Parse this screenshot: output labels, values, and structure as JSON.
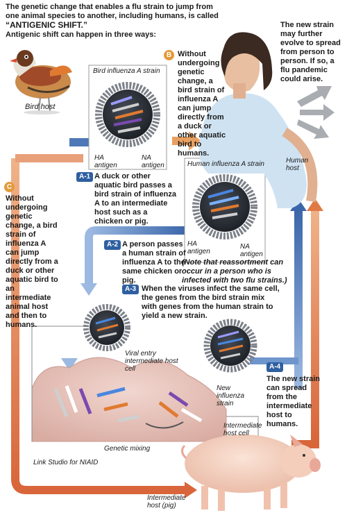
{
  "intro": {
    "line1": "The genetic change that enables a flu strain to jump from",
    "line2": "one animal species to another, including humans, is called ",
    "term": "“ANTIGENIC SHIFT.”",
    "line3": "Antigenic shift can happen in three ways:"
  },
  "labels": {
    "bird_host": "Bird host",
    "bird_strain": "Bird influenza A strain",
    "human_strain": "Human influenza A strain",
    "ha_antigen": "HA antigen",
    "na_antigen": "NA antigen",
    "human_host": "Human host",
    "viral_entry": "Viral entry intermediate host cell",
    "new_strain_label": "New influenza strain",
    "intermediate_cell": "Intermediate host cell",
    "genetic_mixing": "Genetic mixing",
    "credit": "Link Studio for NIAID",
    "pig": "Intermediate host (pig)"
  },
  "steps": {
    "B": {
      "badge": "B",
      "text": "Without undergoing genetic change, a bird strain of influenza A can jump directly from a duck or other aquatic bird to humans."
    },
    "C": {
      "badge": "C",
      "text": "Without undergoing genetic change, a bird strain of influenza A can jump directly from a duck or other aquatic bird to an intermediate animal host and then to humans."
    },
    "A1": {
      "badge": "A-1",
      "text": "A duck or other aquatic bird passes a bird strain of influenza A to an intermediate host such as a chicken or pig."
    },
    "A2": {
      "badge": "A-2",
      "text": "A person passes a human strain of influenza A to the same chicken or pig.",
      "note": "(Note that reassortment can occur in a person who is infected with two flu strains.)"
    },
    "A3": {
      "badge": "A-3",
      "text": "When the viruses infect the same cell, the genes from the bird strain mix with genes from the human strain to yield a new strain."
    },
    "A4": {
      "badge": "A-4",
      "text": "The new strain can spread from the intermediate host to humans."
    },
    "pandemic": {
      "text": "The new strain may further evolve to spread from person to person. If so, a flu pandemic could arise."
    }
  },
  "colors": {
    "blue_arrow": "#5a86c4",
    "orange_arrow": "#e07a45",
    "badge_blue": "#2f5fa0",
    "badge_orange": "#e39a3a",
    "cell_fill": "#e9c9c2",
    "virus_shell": "#7c8189"
  }
}
